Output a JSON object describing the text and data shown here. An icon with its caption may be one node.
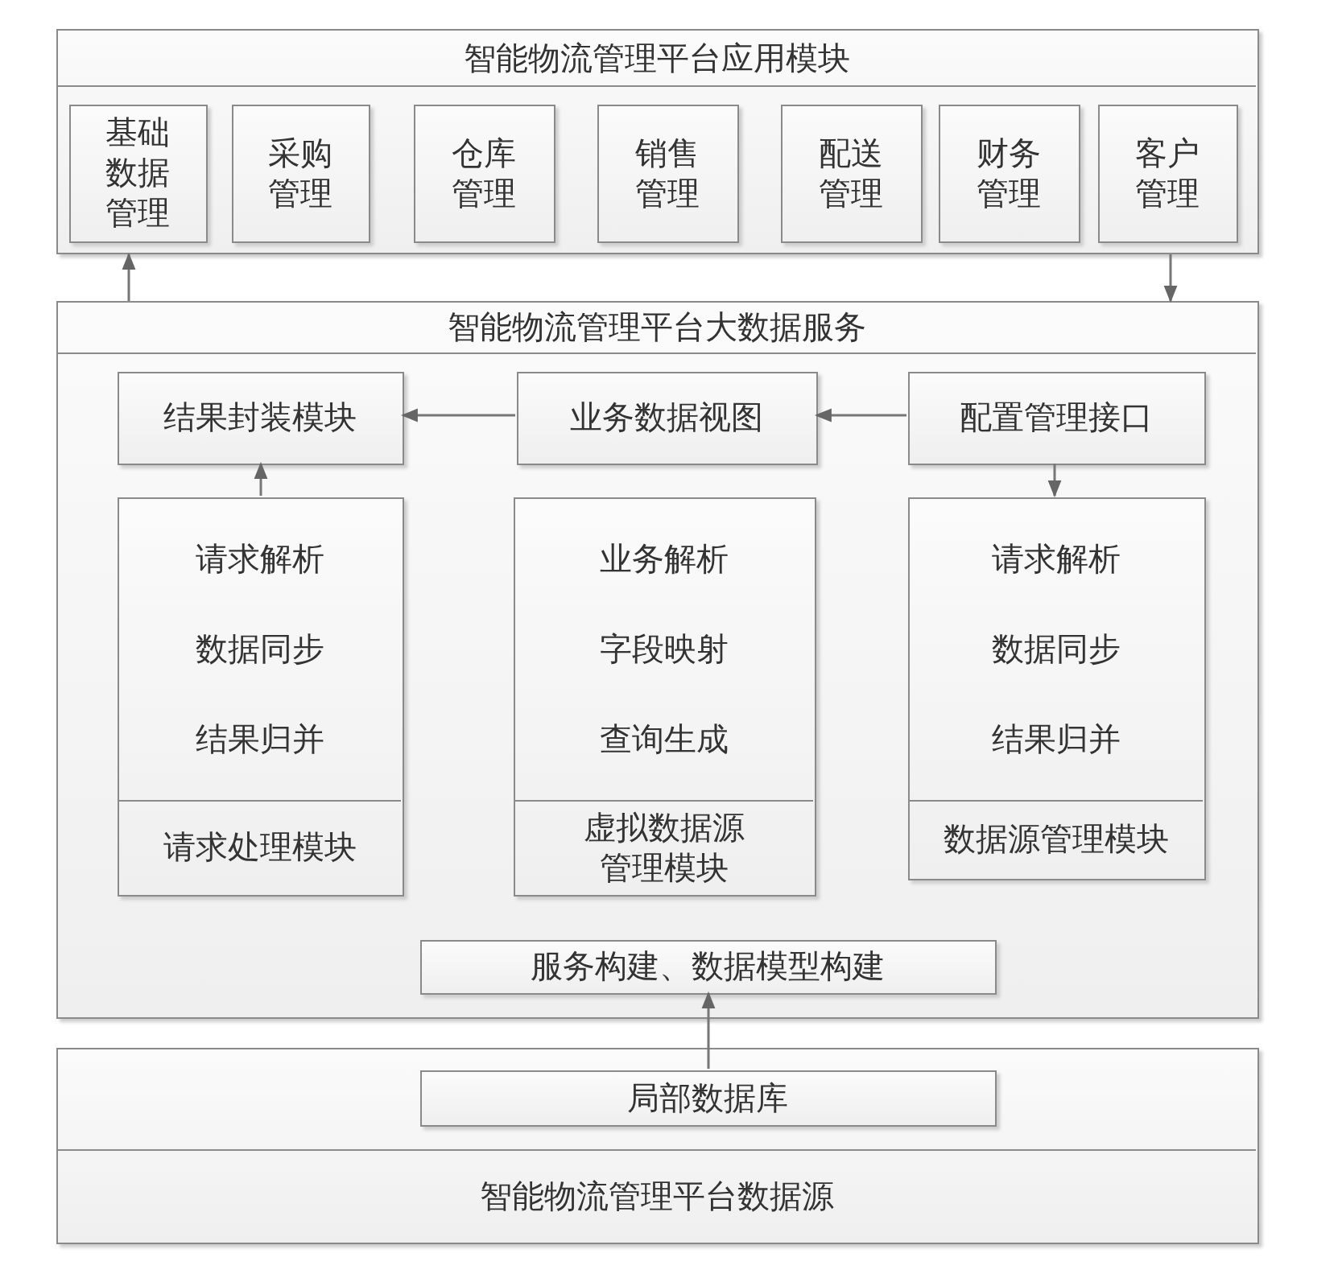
{
  "diagram": {
    "nodes": [
      {
        "text": [
          "智能物流管理平台应用模块"
        ]
      },
      {
        "text": [
          "基础数据管理"
        ],
        "in": 0
      },
      {
        "text": [
          "采购管理"
        ],
        "in": 0
      },
      {
        "text": [
          "仓库管理"
        ],
        "in": 0
      },
      {
        "text": [
          "销售管理"
        ],
        "in": 0
      },
      {
        "text": [
          "配送管理"
        ],
        "in": 0
      },
      {
        "text": [
          "财务管理"
        ],
        "in": 0
      },
      {
        "text": [
          "客户管理"
        ],
        "in": 0
      },
      {
        "text": [
          "智能物流管理平台大数据服务"
        ]
      },
      {
        "text": [
          "结果封装模块"
        ],
        "in": 8
      },
      {
        "text": [
          "业务数据视图"
        ],
        "in": 8
      },
      {
        "text": [
          "配置管理接口"
        ],
        "in": 8
      },
      {
        "text": [
          "请求解析",
          "数据同步",
          "结果归并",
          "请求处理模块"
        ],
        "in": 8
      },
      {
        "text": [
          "业务解析",
          "字段映射",
          "查询生成",
          "虚拟数据源管理模块"
        ],
        "in": 8
      },
      {
        "text": [
          "请求解析",
          "数据同步",
          "结果归并",
          "数据源管理模块"
        ],
        "in": 8
      },
      {
        "text": [
          "服务构建、数据模型构建"
        ],
        "in": 8
      },
      {
        "text": [
          "智能物流管理平台数据源"
        ]
      },
      {
        "text": [
          "局部数据库"
        ],
        "in": 16
      }
    ],
    "edges": [
      {
        "from": 8,
        "to": 0,
        "arrow": "to"
      },
      {
        "from": 0,
        "to": 8,
        "arrow": "to"
      },
      {
        "from": 10,
        "to": 9,
        "arrow": "to"
      },
      {
        "from": 11,
        "to": 10,
        "arrow": "to"
      },
      {
        "from": 12,
        "to": 9,
        "arrow": "to"
      },
      {
        "from": 11,
        "to": 14,
        "arrow": "to"
      },
      {
        "from": 17,
        "to": 15,
        "arrow": "to"
      }
    ]
  }
}
